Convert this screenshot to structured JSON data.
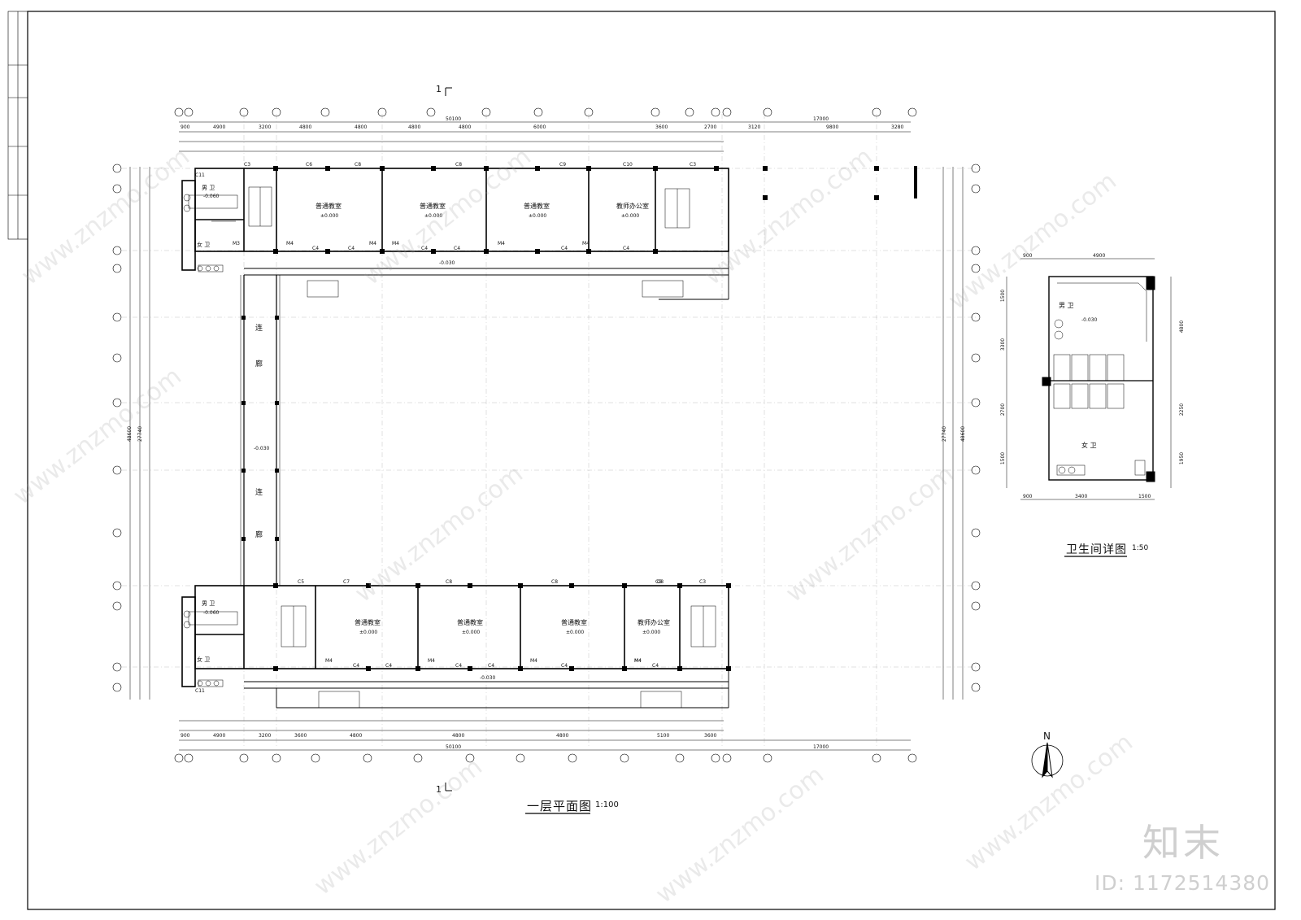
{
  "drawing": {
    "main_title": "一层平面图",
    "main_scale": "1:100",
    "detail_title": "卫生间详图",
    "detail_scale": "1:50",
    "north_label": "N",
    "section_label": "1"
  },
  "overall_dims": {
    "top_total": "50100",
    "top_right_total": "17000",
    "bottom_total": "50100",
    "bottom_right_total": "17000",
    "left_total": "48600",
    "left_inner": "27740",
    "right_total": "48600",
    "right_inner": "27740"
  },
  "top_block": {
    "bay_dims": [
      "900",
      "4900",
      "3200",
      "4800",
      "4800",
      "4800",
      "4800",
      "6000",
      "3600",
      "2700"
    ],
    "right_bay_dims": [
      "3120",
      "9800",
      "3280"
    ],
    "rooms": [
      {
        "name": "普通教室",
        "level": "±0.000"
      },
      {
        "name": "普通教室",
        "level": "±0.000"
      },
      {
        "name": "普通教室",
        "level": "±0.000"
      },
      {
        "name": "教师办公室",
        "level": "±0.000"
      }
    ],
    "toilet_male": "男 卫",
    "toilet_female": "女 卫",
    "toilet_level": "-0.060",
    "corridor_level": "-0.030",
    "windows_north": [
      "C3",
      "C6",
      "C8",
      "C8",
      "C9",
      "C10",
      "C3"
    ],
    "windows_south": [
      "C4",
      "C4",
      "C4",
      "C4",
      "C4",
      "C4"
    ],
    "doors": [
      "M3",
      "M4",
      "M4",
      "M4",
      "M4",
      "M4"
    ],
    "window_c11": "C11"
  },
  "bottom_block": {
    "bay_dims": [
      "900",
      "4900",
      "3200",
      "3600",
      "4800",
      "4800",
      "4800",
      "5100",
      "3600"
    ],
    "rooms": [
      {
        "name": "普通教室",
        "level": "±0.000"
      },
      {
        "name": "普通教室",
        "level": "±0.000"
      },
      {
        "name": "普通教室",
        "level": "±0.000"
      },
      {
        "name": "教师办公室",
        "level": "±0.000"
      }
    ],
    "toilet_male": "男 卫",
    "toilet_female": "女 卫",
    "toilet_level": "-0.060",
    "corridor_level": "-0.030",
    "windows_north": [
      "C5",
      "C7",
      "C8",
      "C8",
      "C8",
      "C8",
      "C3"
    ],
    "windows_south": [
      "C4",
      "C4",
      "C4",
      "C4",
      "C4",
      "C4"
    ],
    "doors": [
      "M4",
      "M4",
      "M4",
      "M4",
      "M4"
    ],
    "window_c11": "C11"
  },
  "corridor": {
    "chars": [
      "连",
      "廊",
      "连",
      "廊"
    ],
    "level": "-0.030"
  },
  "detail": {
    "top_dims": [
      "900",
      "4900"
    ],
    "bottom_dims": [
      "900",
      "3400",
      "1500"
    ],
    "male": "男 卫",
    "female": "女 卫",
    "level": "-0.030",
    "left_dims": [
      "1500",
      "3300",
      "2700",
      "1500"
    ],
    "right_dims": [
      "4800",
      "2250",
      "1950"
    ]
  },
  "watermark": {
    "brand": "知末",
    "id": "ID: 1172514380",
    "site": "www.znzmo.com"
  }
}
